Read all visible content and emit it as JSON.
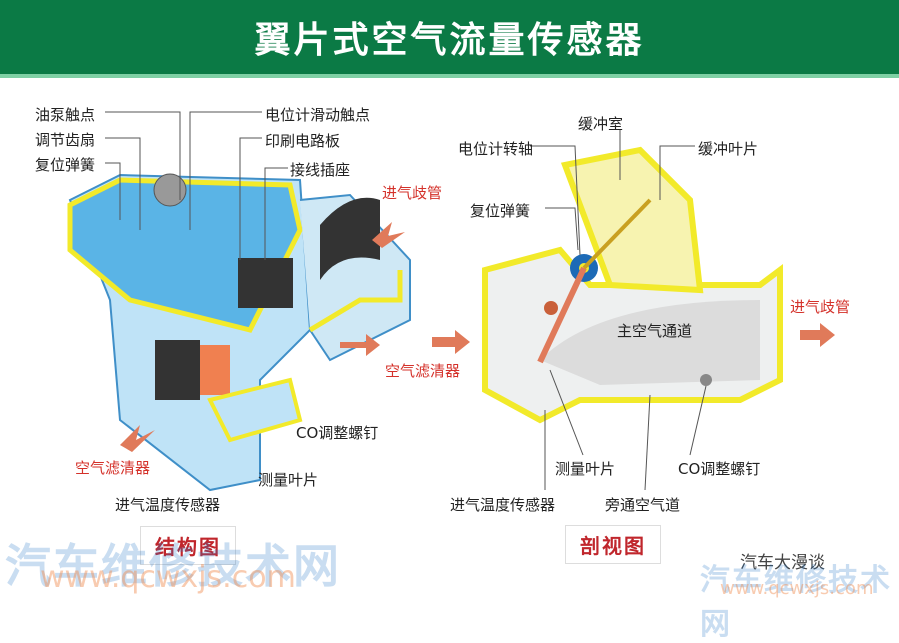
{
  "title": "翼片式空气流量传感器",
  "left": {
    "labels": {
      "oil_pump_contact": "油泵触点",
      "adjust_sector": "调节齿扇",
      "return_spring": "复位弹簧",
      "pot_wiper": "电位计滑动触点",
      "pcb": "印刷电路板",
      "connector": "接线插座",
      "intake_manifold": "进气歧管",
      "air_filter_right": "空气滤清器",
      "co_screw": "CO调整螺钉",
      "air_filter": "空气滤清器",
      "measuring_flap": "测量叶片",
      "intake_temp_sensor": "进气温度传感器"
    },
    "caption": "结构图"
  },
  "right": {
    "labels": {
      "damping_chamber": "缓冲室",
      "pot_shaft": "电位计转轴",
      "damping_flap": "缓冲叶片",
      "return_spring": "复位弹簧",
      "intake_manifold": "进气歧管",
      "main_air_passage": "主空气通道",
      "measuring_flap": "测量叶片",
      "co_screw": "CO调整螺钉",
      "intake_temp_sensor": "进气温度传感器",
      "bypass_passage": "旁通空气道"
    },
    "caption": "剖视图"
  },
  "watermark": {
    "cn": "汽车维修技术网",
    "url": "www.qcwxjs.com",
    "wechat": "汽车大漫谈"
  },
  "colors": {
    "title_bg": "#0b7a45",
    "housing": "#f2ea2a",
    "blue": "#5ab4e6",
    "arrow": "#e07a5a",
    "label_red": "#d4312a"
  }
}
